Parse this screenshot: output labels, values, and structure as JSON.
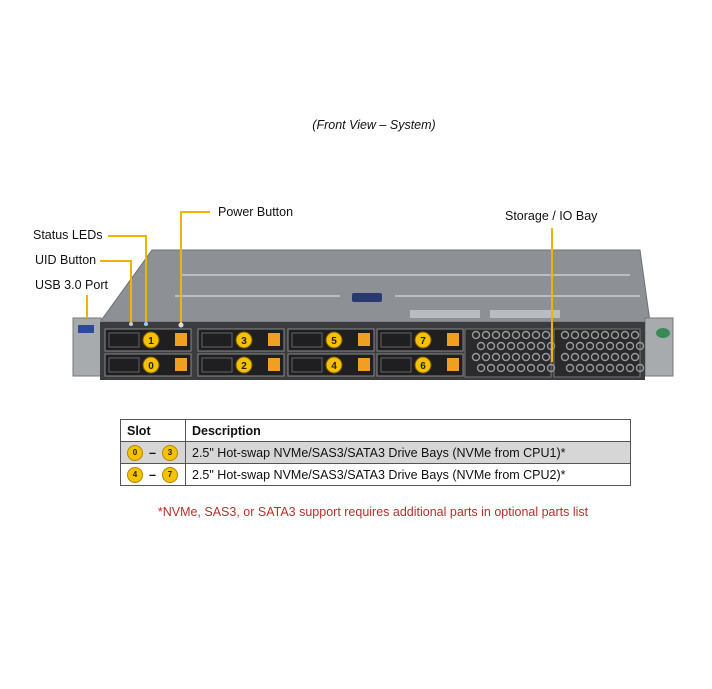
{
  "title": "(Front View – System)",
  "callouts": {
    "status_leds": "Status LEDs",
    "uid_button": "UID Button",
    "usb_port": "USB 3.0 Port",
    "power_button": "Power Button",
    "storage_io_bay": "Storage / IO Bay"
  },
  "drive_bays": [
    "1",
    "3",
    "5",
    "7",
    "0",
    "2",
    "4",
    "6"
  ],
  "table": {
    "headers": [
      "Slot",
      "Description"
    ],
    "rows": [
      {
        "slot_from": "0",
        "slot_to": "3",
        "separator": "–",
        "description": "2.5\" Hot-swap NVMe/SAS3/SATA3 Drive Bays (NVMe from CPU1)*"
      },
      {
        "slot_from": "4",
        "slot_to": "7",
        "separator": "–",
        "description": "2.5\" Hot-swap NVMe/SAS3/SATA3 Drive Bays (NVMe from CPU2)*"
      }
    ]
  },
  "footnote": "*NVMe, SAS3, or SATA3 support requires additional parts in optional parts list",
  "colors": {
    "callout_line": "#f0b400",
    "badge": "#f6c200",
    "handle": "#f0a020",
    "footnote": "#b8302a"
  }
}
